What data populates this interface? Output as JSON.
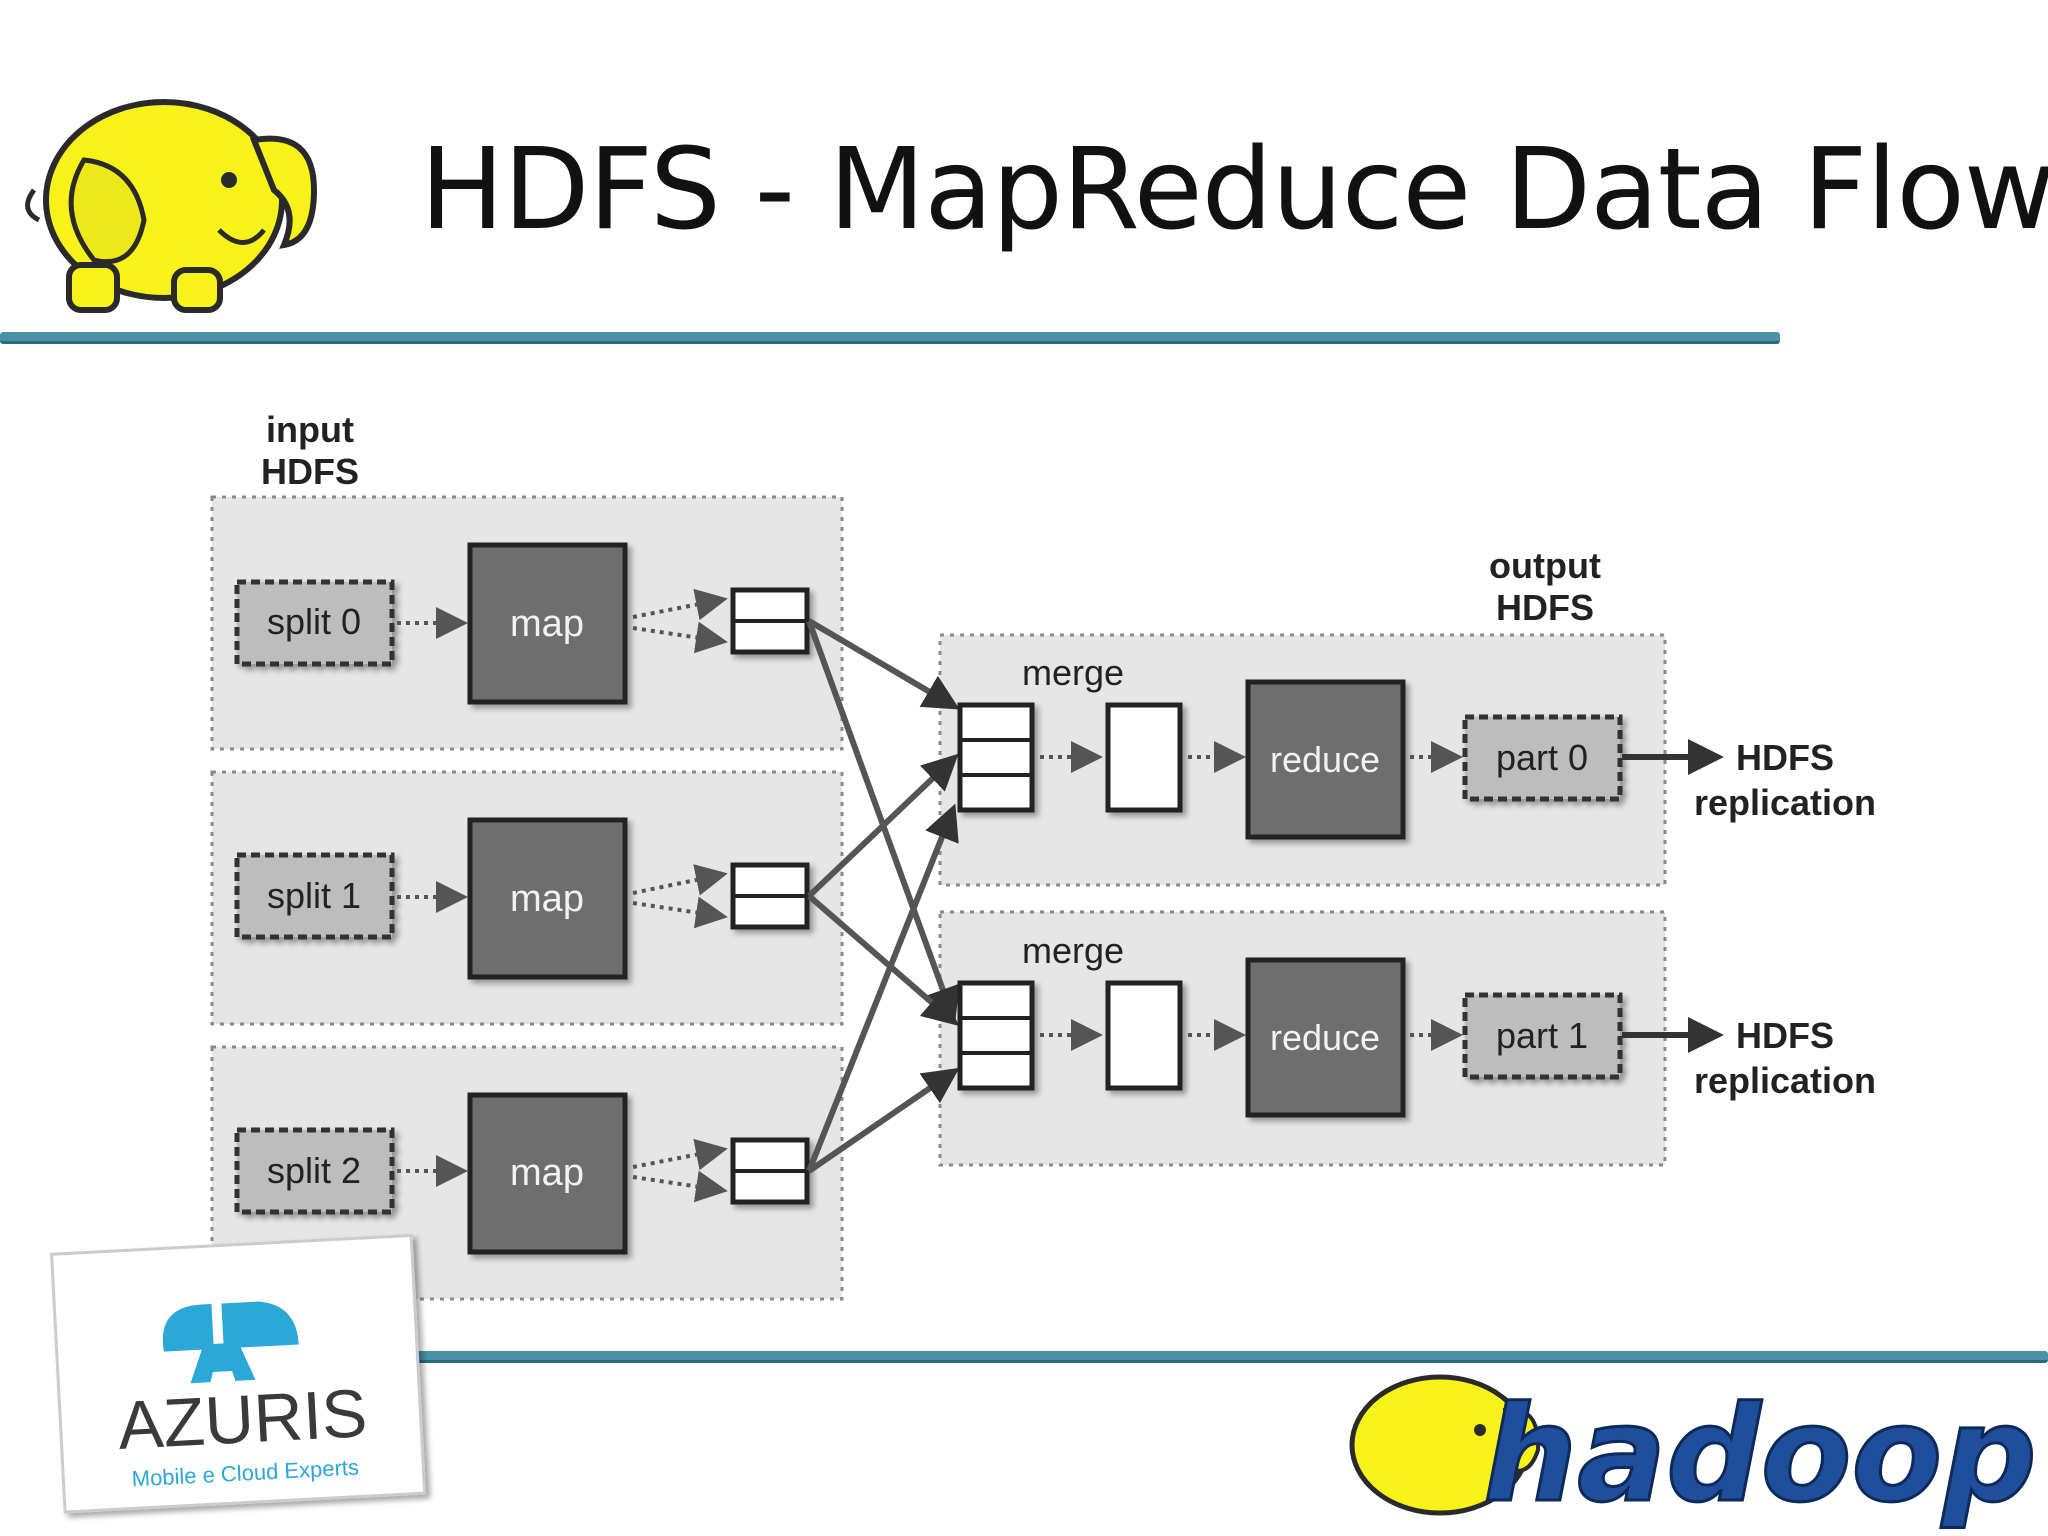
{
  "slide": {
    "title": "HDFS - MapReduce Data Flow"
  },
  "diagram": {
    "input_label": [
      "input",
      "HDFS"
    ],
    "output_label": [
      "output",
      "HDFS"
    ],
    "map_rows": [
      {
        "split": "split 0",
        "map": "map"
      },
      {
        "split": "split 1",
        "map": "map"
      },
      {
        "split": "split 2",
        "map": "map"
      }
    ],
    "reduce_rows": [
      {
        "merge": "merge",
        "reduce": "reduce",
        "part": "part 0",
        "replication": [
          "HDFS",
          "replication"
        ]
      },
      {
        "merge": "merge",
        "reduce": "reduce",
        "part": "part 1",
        "replication": [
          "HDFS",
          "replication"
        ]
      }
    ]
  },
  "logos": {
    "azuris_name": "AZURIS",
    "azuris_tagline": "Mobile e Cloud Experts",
    "hadoop_name": "hadoop"
  },
  "colors": {
    "rule": "#4a92a8",
    "box_dark": "#6e6e6e",
    "box_light": "#bdbdbd",
    "panel": "#e6e6e6",
    "azuris_blue": "#2ba7d8",
    "hadoop_blue": "#1f4f9c",
    "elephant_yellow": "#f7f21a"
  }
}
